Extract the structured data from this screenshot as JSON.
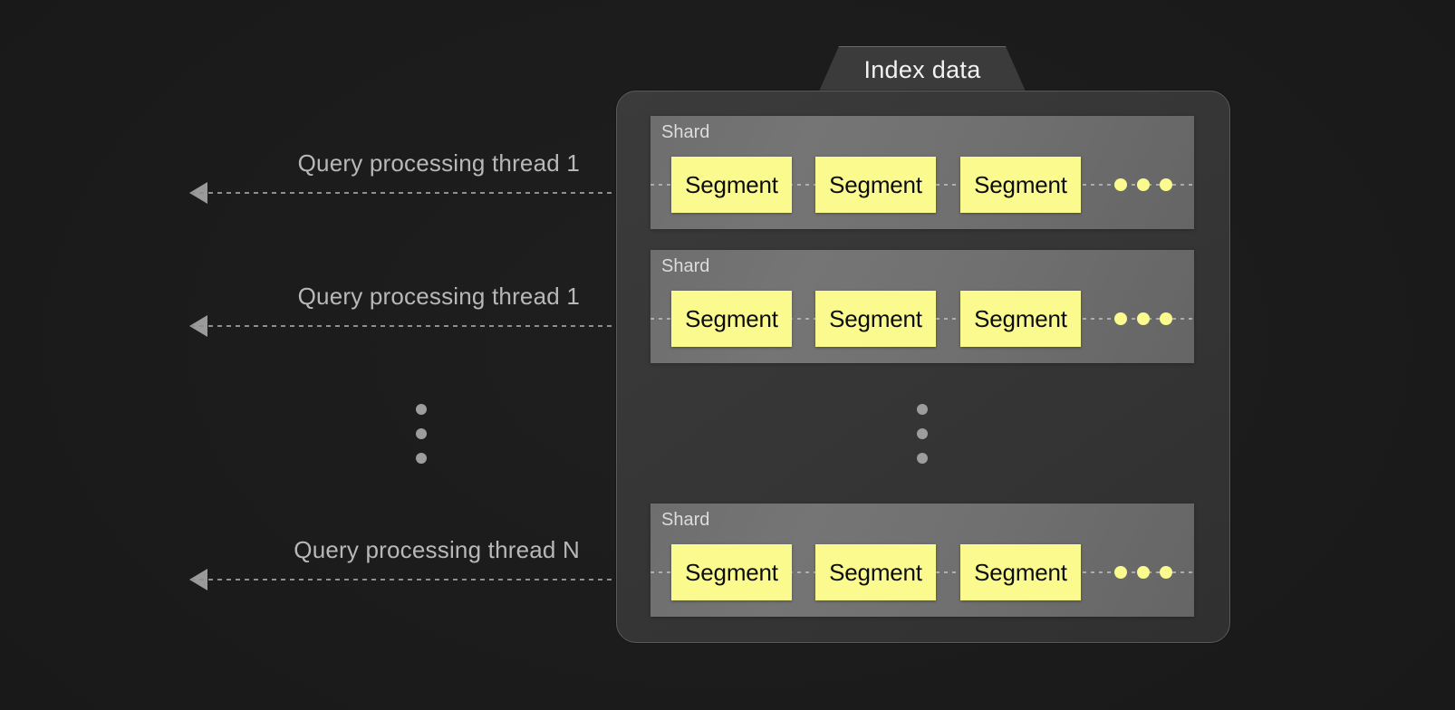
{
  "panel": {
    "tab_label": "Index data",
    "shard_label": "Shard",
    "segment_label": "Segment",
    "colors": {
      "background": "#1a1a1a",
      "panel": "#373737",
      "shard": "#707070",
      "segment": "#fafa8f",
      "text_light": "#b8b8b8",
      "text_white": "#f2f2f2",
      "dot_gray": "#9d9d9d"
    }
  },
  "threads": [
    {
      "label": "Query processing thread 1"
    },
    {
      "label": "Query processing thread 1"
    },
    {
      "label": "Query processing thread N"
    }
  ],
  "shards": [
    {
      "label": "Shard",
      "segments": [
        "Segment",
        "Segment",
        "Segment"
      ],
      "ellipsis_dots": 3
    },
    {
      "label": "Shard",
      "segments": [
        "Segment",
        "Segment",
        "Segment"
      ],
      "ellipsis_dots": 3
    },
    {
      "label": "Shard",
      "segments": [
        "Segment",
        "Segment",
        "Segment"
      ],
      "ellipsis_dots": 3
    }
  ],
  "ellipsis": {
    "left_dots": 3,
    "panel_dots": 3
  }
}
